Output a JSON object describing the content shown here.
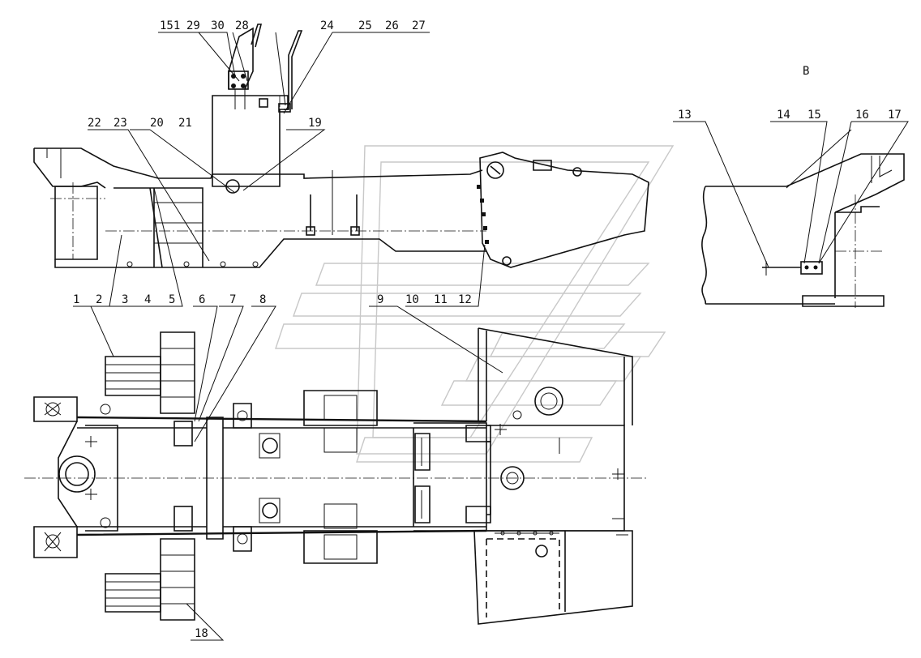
{
  "section_label": "B",
  "callouts": {
    "c1": "1",
    "c2": "2",
    "c3": "3",
    "c4": "4",
    "c5": "5",
    "c6": "6",
    "c7": "7",
    "c8": "8",
    "c9": "9",
    "c10": "10",
    "c11": "11",
    "c12": "12",
    "c13": "13",
    "c14": "14",
    "c15": "15",
    "c16": "16",
    "c17": "17",
    "c18": "18",
    "c19": "19",
    "c20": "20",
    "c21": "21",
    "c22": "22",
    "c23": "23",
    "c24": "24",
    "c25": "25",
    "c26": "26",
    "c27": "27",
    "c28": "28",
    "c29": "29",
    "c30": "30",
    "c151": "151"
  }
}
